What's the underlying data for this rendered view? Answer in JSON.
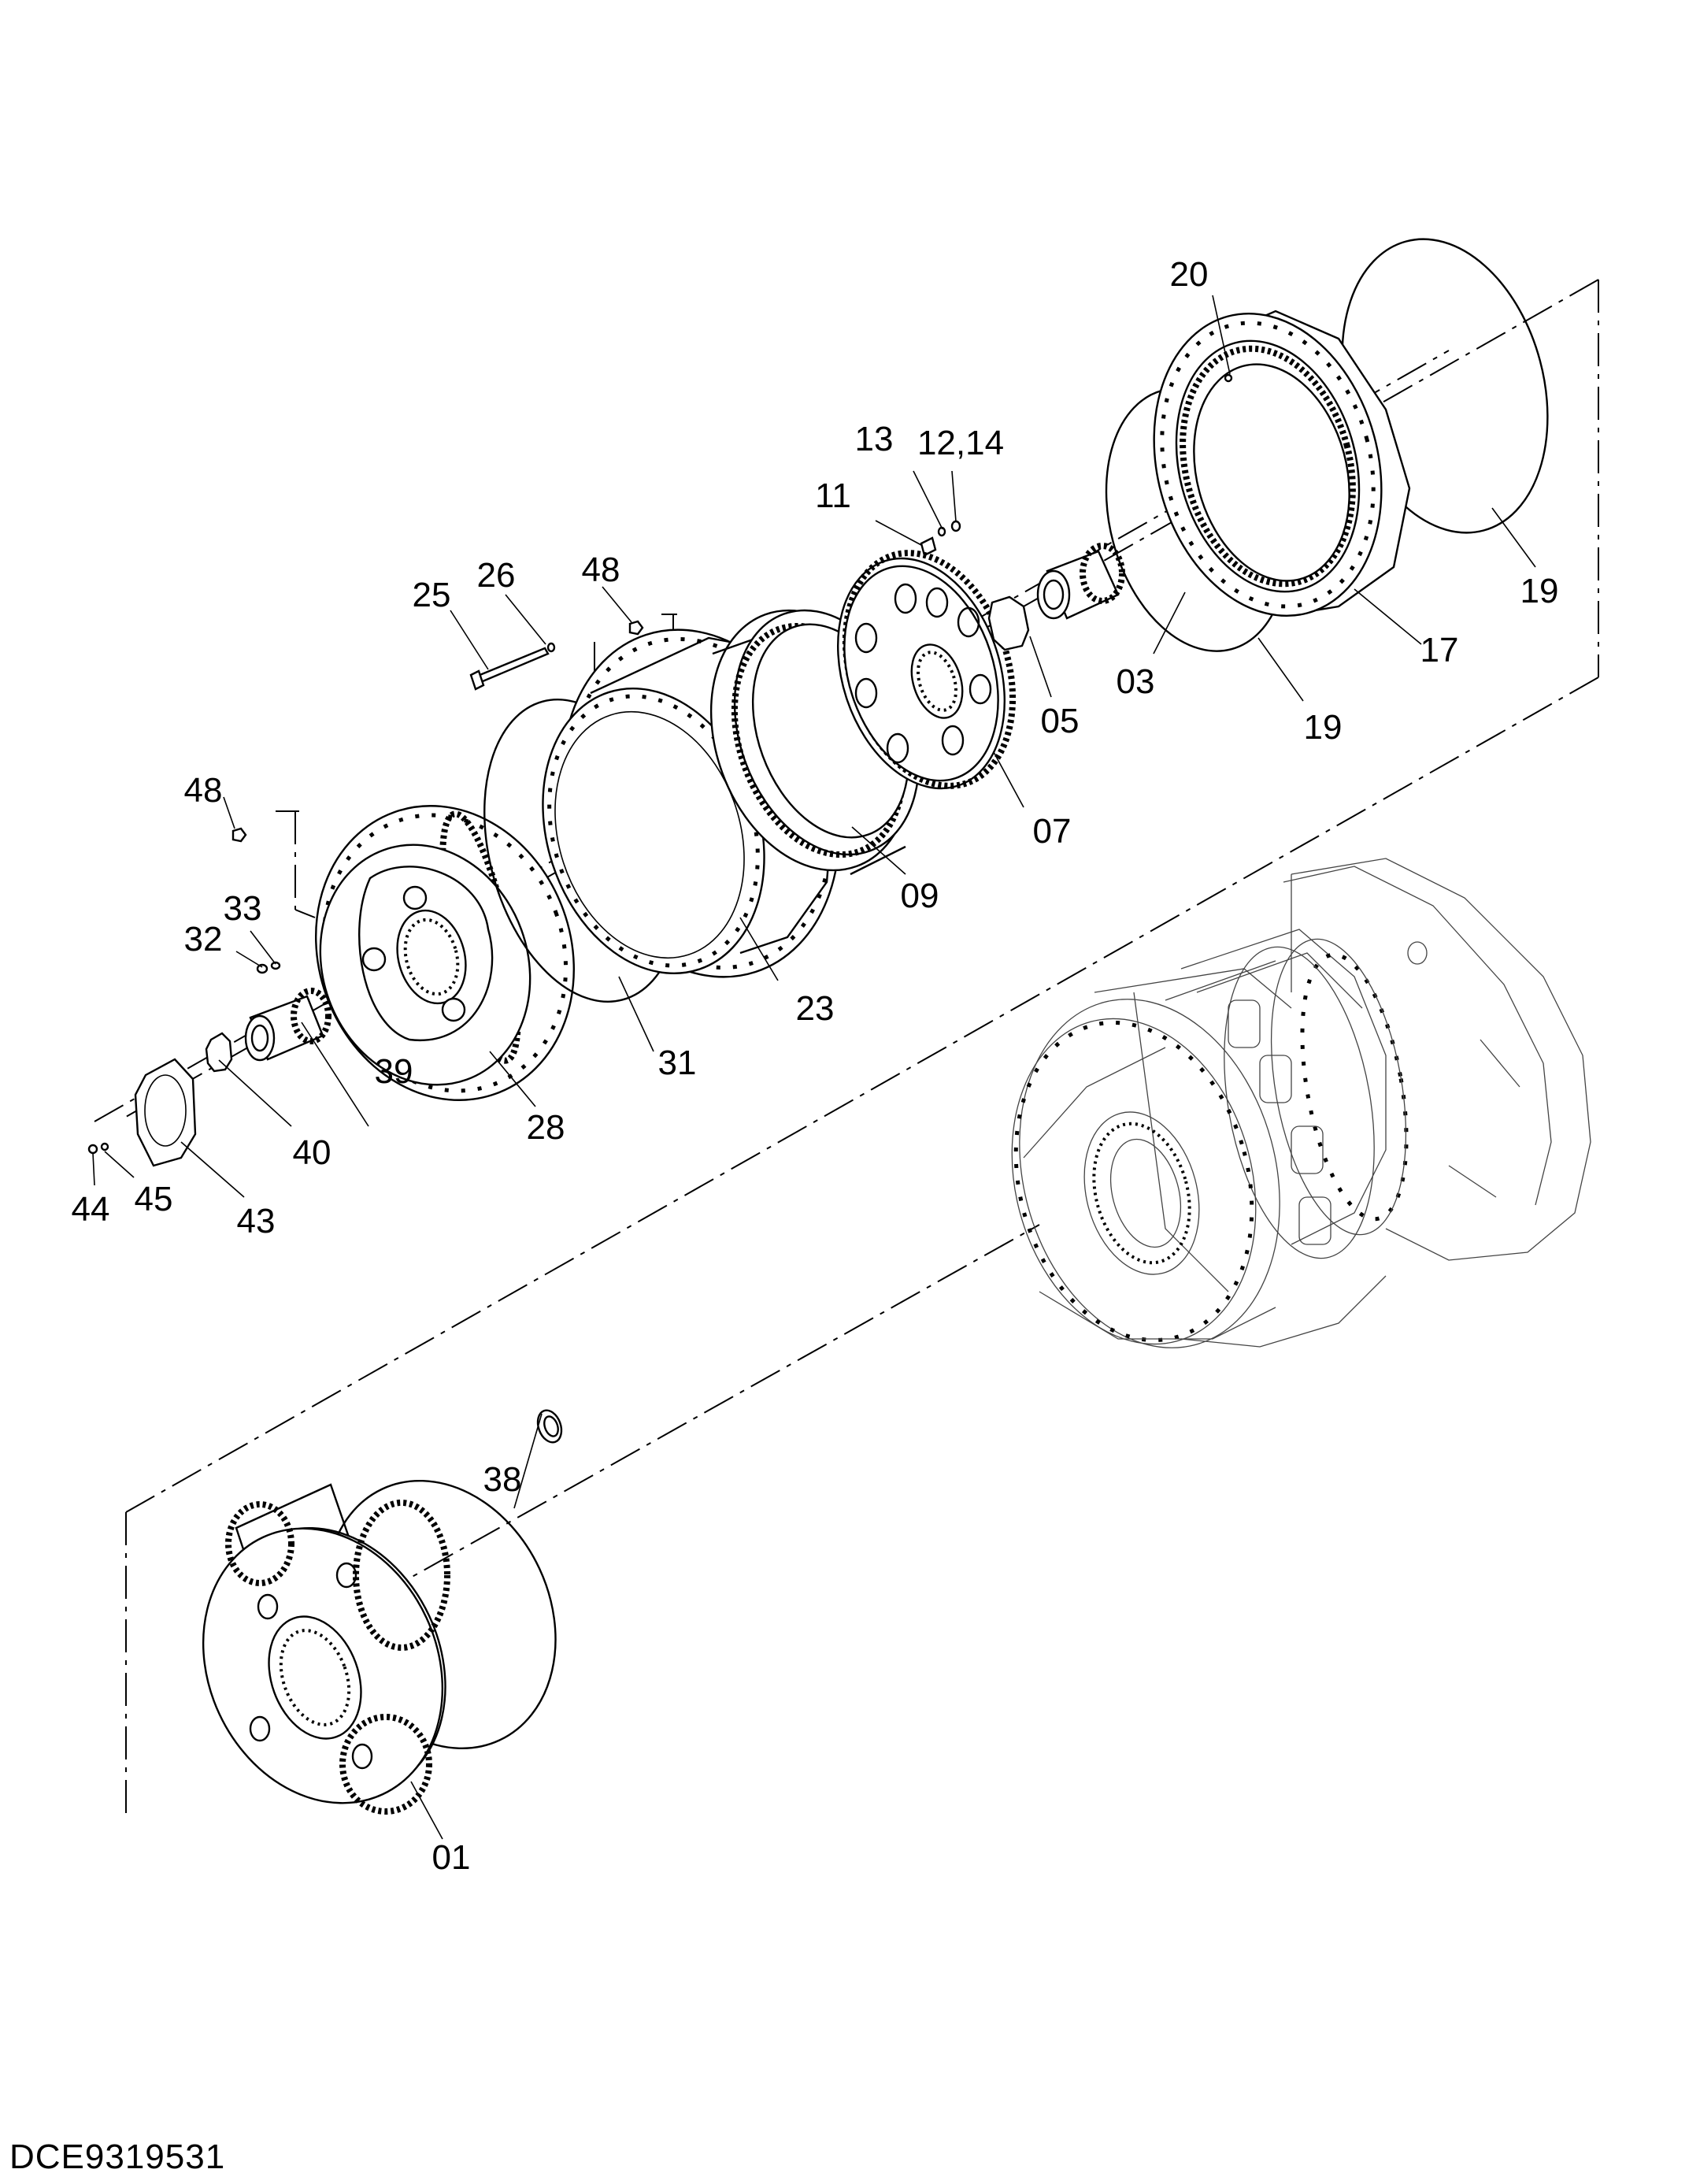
{
  "drawing_code": "DCE9319531",
  "callouts": {
    "p01": "01",
    "p03": "03",
    "p05": "05",
    "p07": "07",
    "p09": "09",
    "p11": "11",
    "p13": "13",
    "p12_14": "12,14",
    "p17": "17",
    "p19a": "19",
    "p19b": "19",
    "p20": "20",
    "p23": "23",
    "p25": "25",
    "p26": "26",
    "p28": "28",
    "p31": "31",
    "p32": "32",
    "p33": "33",
    "p38": "38",
    "p39": "39",
    "p40": "40",
    "p43": "43",
    "p44": "44",
    "p45": "45",
    "p48a": "48",
    "p48b": "48"
  }
}
